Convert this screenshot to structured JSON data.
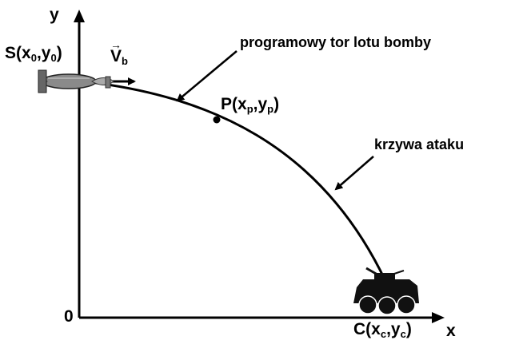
{
  "axes": {
    "y_label": "y",
    "x_label": "x",
    "origin_label": "0"
  },
  "points": {
    "start": {
      "name": "S",
      "open": "(x",
      "sub1": "0",
      "comma": ",y",
      "sub2": "0",
      "close": ")"
    },
    "velocity": {
      "name": "V",
      "sub": "b"
    },
    "mid": {
      "name": "P",
      "open": "(x",
      "sub1": "p",
      "comma": ",y",
      "sub2": "p",
      "close": ")"
    },
    "target": {
      "name": "C",
      "open": "(x",
      "sub1": "c",
      "comma": ",y",
      "sub2": "c",
      "close": ")"
    }
  },
  "annotations": {
    "programmed_path": "programowy tor lotu bomby",
    "attack_curve": "krzywa ataku"
  },
  "colors": {
    "line": "#000000",
    "bomb_body": "#8a8a8a",
    "vehicle": "#111111"
  },
  "icons": {
    "bomb": "bomb-icon",
    "vehicle": "armored-vehicle-icon"
  }
}
